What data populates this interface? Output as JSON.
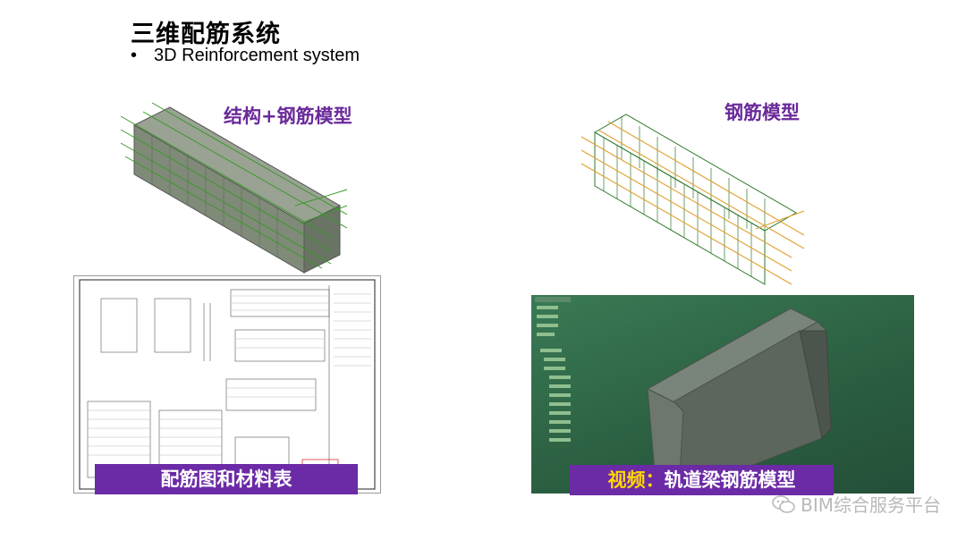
{
  "slide": {
    "title": "三维配筋系统",
    "subtitle_bullet": "•",
    "subtitle": "3D Reinforcement system"
  },
  "panels": {
    "structure_model": {
      "caption": "结构+钢筋模型"
    },
    "rebar_model": {
      "caption": "钢筋模型"
    },
    "drawing": {
      "banner": "配筋图和材料表"
    },
    "video": {
      "banner_prefix": "视频：",
      "banner_text": "轨道梁钢筋模型"
    }
  },
  "watermark": {
    "text": "BIM综合服务平台",
    "icon": "wechat-icon"
  },
  "colors": {
    "purple": "#6b2aa6",
    "caption_purple": "#6a2a9a",
    "highlight": "#ffd800",
    "rebar_green": "#2f7a2a",
    "rebar_orange": "#e0a030",
    "video_bg": "#2f6a45"
  }
}
